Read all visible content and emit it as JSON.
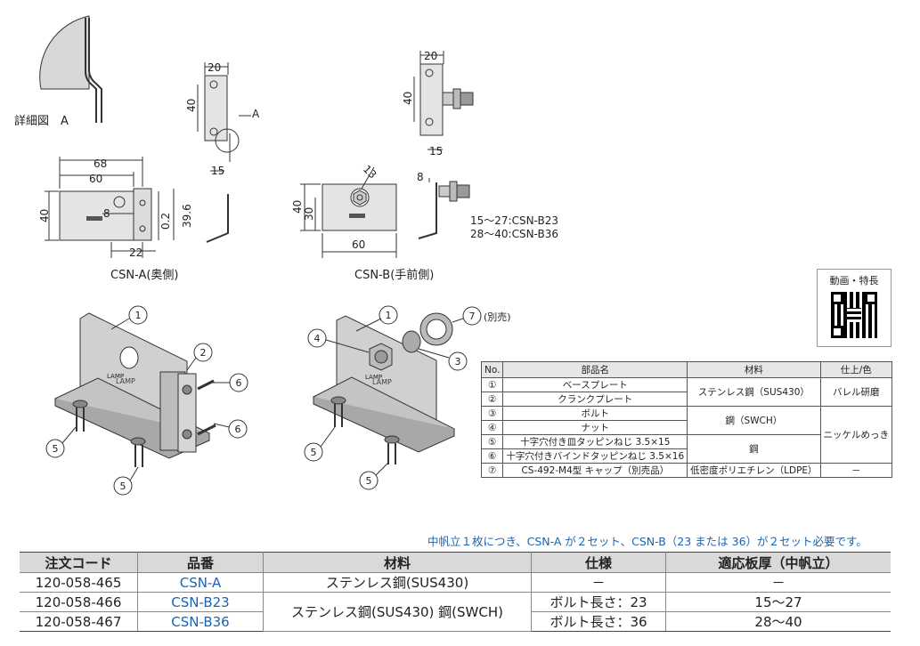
{
  "drawings": {
    "detail_label": "詳細図　A",
    "detail_mark": "A",
    "csn_a": {
      "caption": "CSN-A(奥側)",
      "dims": {
        "d68": "68",
        "d60": "60",
        "d40": "40",
        "d8": "8",
        "d0_2": "0.2",
        "d39_6": "39.6",
        "d22": "22"
      },
      "side_dims": {
        "d20": "20",
        "d40": "40",
        "d15": "15"
      }
    },
    "csn_b": {
      "caption": "CSN-B(手前側)",
      "dims": {
        "d13": "13",
        "d40": "40",
        "d30": "30",
        "d60": "60"
      },
      "side_dims": {
        "d20": "20",
        "d40": "40",
        "d15": "15",
        "d8": "8"
      },
      "bolt_len_1": "15～27:CSN-B23",
      "bolt_len_2": "28～40:CSN-B36"
    },
    "part_numbers": [
      "1",
      "2",
      "3",
      "4",
      "5",
      "6",
      "7"
    ],
    "betsubai": "(別売)",
    "logo": "LAMP"
  },
  "qr": {
    "title": "動画・特長"
  },
  "parts_table": {
    "headers": [
      "No.",
      "部品名",
      "材料",
      "仕上/色"
    ],
    "rows": [
      {
        "no": "①",
        "name": "ベースプレート"
      },
      {
        "no": "②",
        "name": "クランクプレート"
      },
      {
        "no": "③",
        "name": "ボルト"
      },
      {
        "no": "④",
        "name": "ナット"
      },
      {
        "no": "⑤",
        "name": "十字穴付き皿タッピンねじ 3.5×15"
      },
      {
        "no": "⑥",
        "name": "十字穴付きバインドタッピンねじ 3.5×16"
      },
      {
        "no": "⑦",
        "name": "CS-492-M4型 キャップ（別売品）"
      }
    ],
    "materials": [
      "ステンレス鋼（SUS430）",
      "鋼（SWCH）",
      "鋼",
      "低密度ポリエチレン（LDPE）"
    ],
    "finishes": [
      "バレル研磨",
      "ニッケルめっき",
      "－"
    ]
  },
  "note": "中帆立１枚につき、CSN-A が２セット、CSN-B（23 または 36）が２セット必要です。",
  "order_table": {
    "headers": [
      "注文コード",
      "品番",
      "材料",
      "仕様",
      "適応板厚（中帆立）"
    ],
    "rows": [
      {
        "code": "120-058-465",
        "part": "CSN-A",
        "material": "ステンレス鋼(SUS430)",
        "spec": "－",
        "thickness": "－"
      },
      {
        "code": "120-058-466",
        "part": "CSN-B23",
        "spec": "ボルト長さ：23",
        "thickness": "15～27"
      },
      {
        "code": "120-058-467",
        "part": "CSN-B36",
        "spec": "ボルト長さ：36",
        "thickness": "28～40"
      }
    ],
    "shared_material": "ステンレス鋼(SUS430) 鋼(SWCH)"
  }
}
